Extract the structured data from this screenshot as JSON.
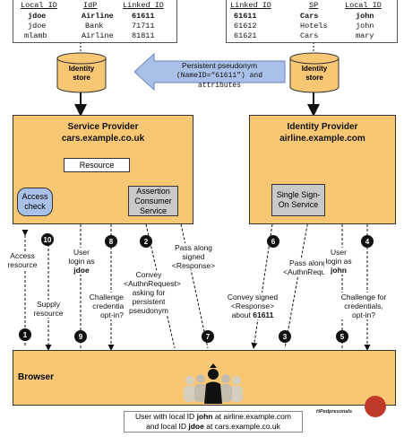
{
  "sp_table": {
    "headers": [
      "Local ID",
      "IdP",
      "Linked ID"
    ],
    "rows": [
      [
        "jdoe",
        "Airline",
        "61611"
      ],
      [
        "jdoe",
        "Bank",
        "71711"
      ],
      [
        "mlamb",
        "Airline",
        "81811"
      ]
    ]
  },
  "idp_table": {
    "headers": [
      "Linked ID",
      "SP",
      "Local ID"
    ],
    "rows": [
      [
        "61611",
        "Cars",
        "john"
      ],
      [
        "61612",
        "Hotels",
        "john"
      ],
      [
        "61621",
        "Cars",
        "mary"
      ]
    ]
  },
  "identity_store_left": "Identity store",
  "identity_store_right": "Identity store",
  "pseudonym_arrow": {
    "line1": "Persistent pseudonym",
    "line2": "(NameID=“61611”) and attributes"
  },
  "service_provider": {
    "title": "Service Provider",
    "domain": "cars.example.co.uk",
    "resource": "Resource",
    "access_check": "Access check",
    "acs": "Assertion Consumer Service"
  },
  "identity_provider": {
    "title": "Identity Provider",
    "domain": "airline.example.com",
    "sso": "Single Sign-On Service"
  },
  "browser": {
    "label": "Browser"
  },
  "steps": {
    "s1": "1",
    "s2": "2",
    "s3": "3",
    "s4": "4",
    "s5": "5",
    "s6": "6",
    "s7": "7",
    "s8": "8",
    "s9": "9",
    "s10": "10"
  },
  "labels": {
    "access_resource": "Access resource",
    "supply_resource": "Supply resource",
    "user_login_jdoe_a": "User login as",
    "user_login_jdoe_b": "jdoe",
    "challenge_left": "Challenge for credentials; opt-in?",
    "convey_authn": "Convey <AuthnRequest> asking for persistent pseudonym",
    "pass_along_response": "Pass along signed <Response>",
    "convey_signed_a": "Convey signed <Response> about",
    "convey_signed_b": "61611",
    "pass_along_authn": "Pass along <AuthnRequest>",
    "user_login_john_a": "User login as",
    "user_login_john_b": "john",
    "challenge_right": "Challenge for credentials, opt-in?"
  },
  "caption": {
    "line1_a": "User with local ID",
    "line1_b": "john",
    "line1_c": "at airline.example.com",
    "line2_a": "and local ID",
    "line2_b": "jdoe",
    "line2_c": "at cars.example.co.uk"
  },
  "logo_text": "HPedpresonals",
  "colors": {
    "orange": "#f7c774",
    "blue": "#a9c0e8",
    "gray": "#c9c9c9"
  }
}
